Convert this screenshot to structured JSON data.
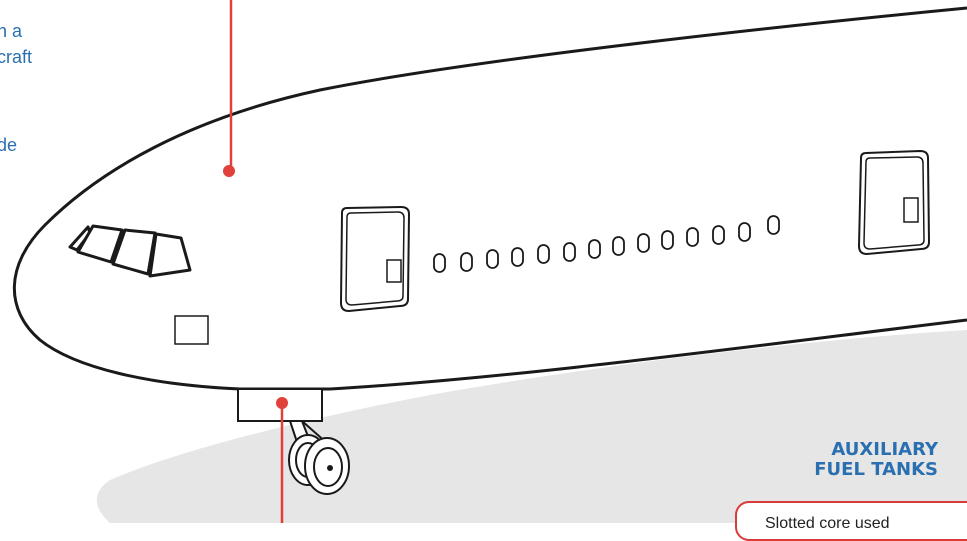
{
  "colors": {
    "callout_line": "#e0413a",
    "callout_text": "#2a6fb0",
    "outline": "#1a1a1a",
    "shadow": "#e6e6e6"
  },
  "left_callout": {
    "line1": "n a",
    "line2": "craft",
    "line3": "de"
  },
  "aux_callout": {
    "title_line1": "AUXILIARY",
    "title_line2": "FUEL TANKS",
    "body": "Slotted core used"
  },
  "icons": [
    "aircraft-nose-illustration",
    "callout-dot",
    "callout-line"
  ]
}
